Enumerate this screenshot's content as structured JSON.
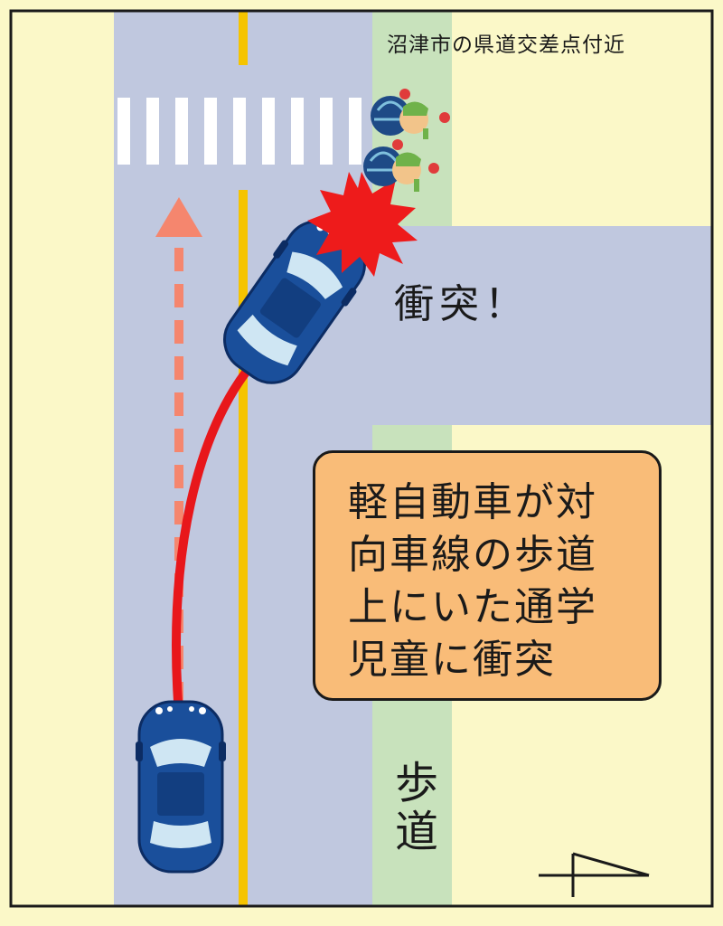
{
  "labels": {
    "location": "沼津市の県道交差点付近",
    "impact": "衝突！",
    "sidewalk": "歩道"
  },
  "callout": {
    "text": "軽自動車が対向車線の歩道上にいた通学児童に衝突"
  },
  "colors": {
    "background_ground": "#fbf8c8",
    "road": "#c0c8df",
    "sidewalk": "#c8e2bc",
    "center_line": "#f5c400",
    "crosswalk": "#ffffff",
    "car_body": "#1a4f9b",
    "car_glass": "#cfe6f3",
    "trajectory": "#e8171b",
    "intended_path": "#f5866e",
    "impact_burst": "#ee1b1b",
    "callout_fill": "#f9bc78"
  },
  "icons": [
    "car-icon",
    "child-with-umbrella-icon",
    "impact-burst-icon",
    "north-arrow-icon"
  ]
}
